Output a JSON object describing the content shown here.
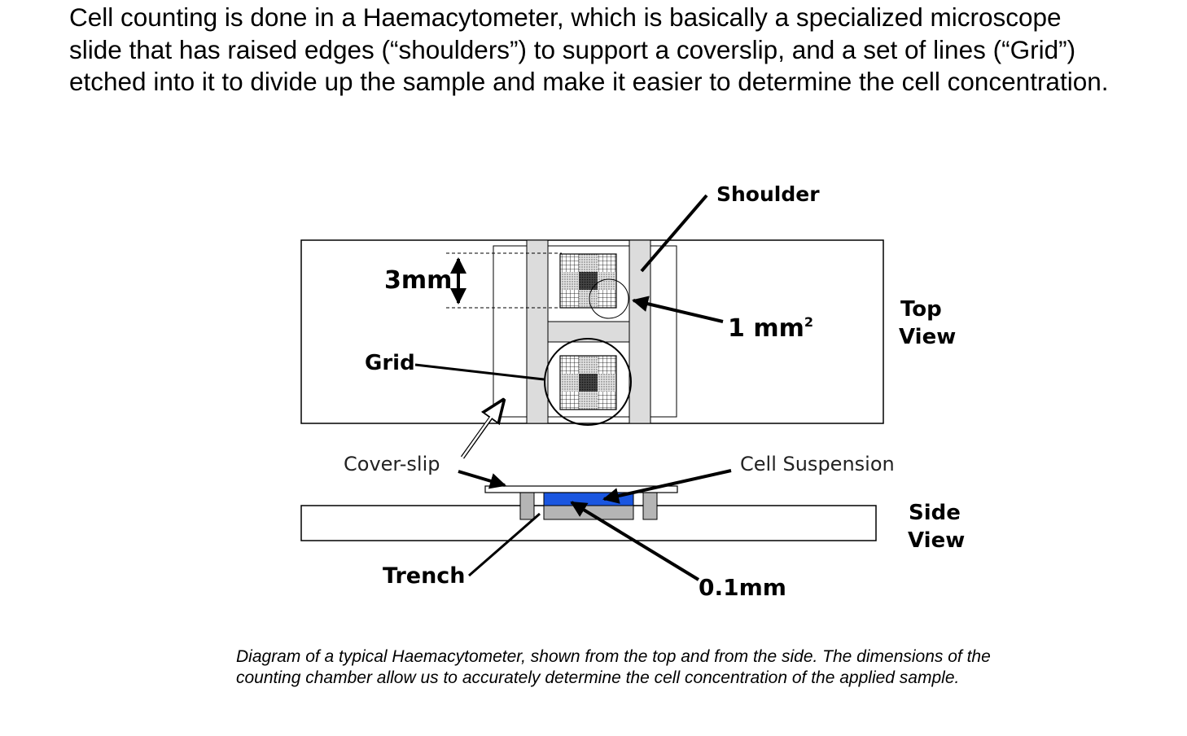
{
  "intro_text": "Cell counting is done in a Haemacytometer, which is basically a specialized microscope slide that has raised edges (“shoulders”) to support a coverslip, and a set of lines (“Grid”) etched into it to divide up the sample and make it easier to determine the cell concentration.",
  "labels": {
    "shoulder": "Shoulder",
    "three_mm": "3mm",
    "one_mm": "1 mm",
    "one_mm_sup": "2",
    "grid": "Grid",
    "top": "Top",
    "view1": "View",
    "cover_slip": "Cover-slip",
    "cell_suspension": "Cell Suspension",
    "side": "Side",
    "view2": "View",
    "trench": "Trench",
    "depth": "0.1mm"
  },
  "caption": "Diagram of a typical Haemacytometer, shown from the top and from the side. The dimensions of the counting chamber allow us to accurately determine the cell concentration of the applied sample.",
  "colors": {
    "shoulder_fill": "#dcdcdc",
    "suspension_blue": "#1a56e0",
    "trench_grey": "#b5b5b5"
  }
}
